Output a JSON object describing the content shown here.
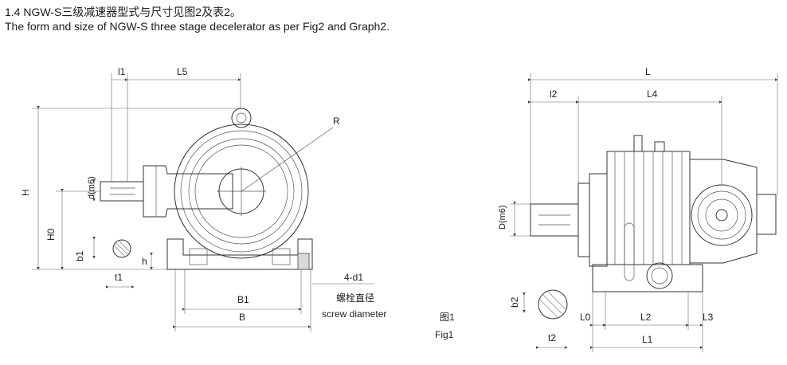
{
  "header": {
    "title_cn": "1.4 NGW-S三级减速器型式与尺寸见图2及表2。",
    "title_en": "The form and size of NGW-S three stage decelerator as per Fig2 and Graph2."
  },
  "fig1": {
    "labels": {
      "l1": "l1",
      "L5": "L5",
      "R": "R",
      "H": "H",
      "d": "d(m6)",
      "H0": "H0",
      "b1": "b1",
      "h": "h",
      "t1": "t1",
      "B1": "B1",
      "B": "B",
      "bolt": "4-d1"
    },
    "bolt_cn": "螺栓直径",
    "bolt_en": "screw diameter",
    "caption_cn": "图1",
    "caption_en": "Fig1"
  },
  "fig2": {
    "labels": {
      "L": "L",
      "l2": "l2",
      "L4": "L4",
      "D": "D(m6)",
      "b2": "b2",
      "t2": "t2",
      "L0": "L0",
      "L2": "L2",
      "L3": "L3",
      "L1": "L1"
    }
  }
}
